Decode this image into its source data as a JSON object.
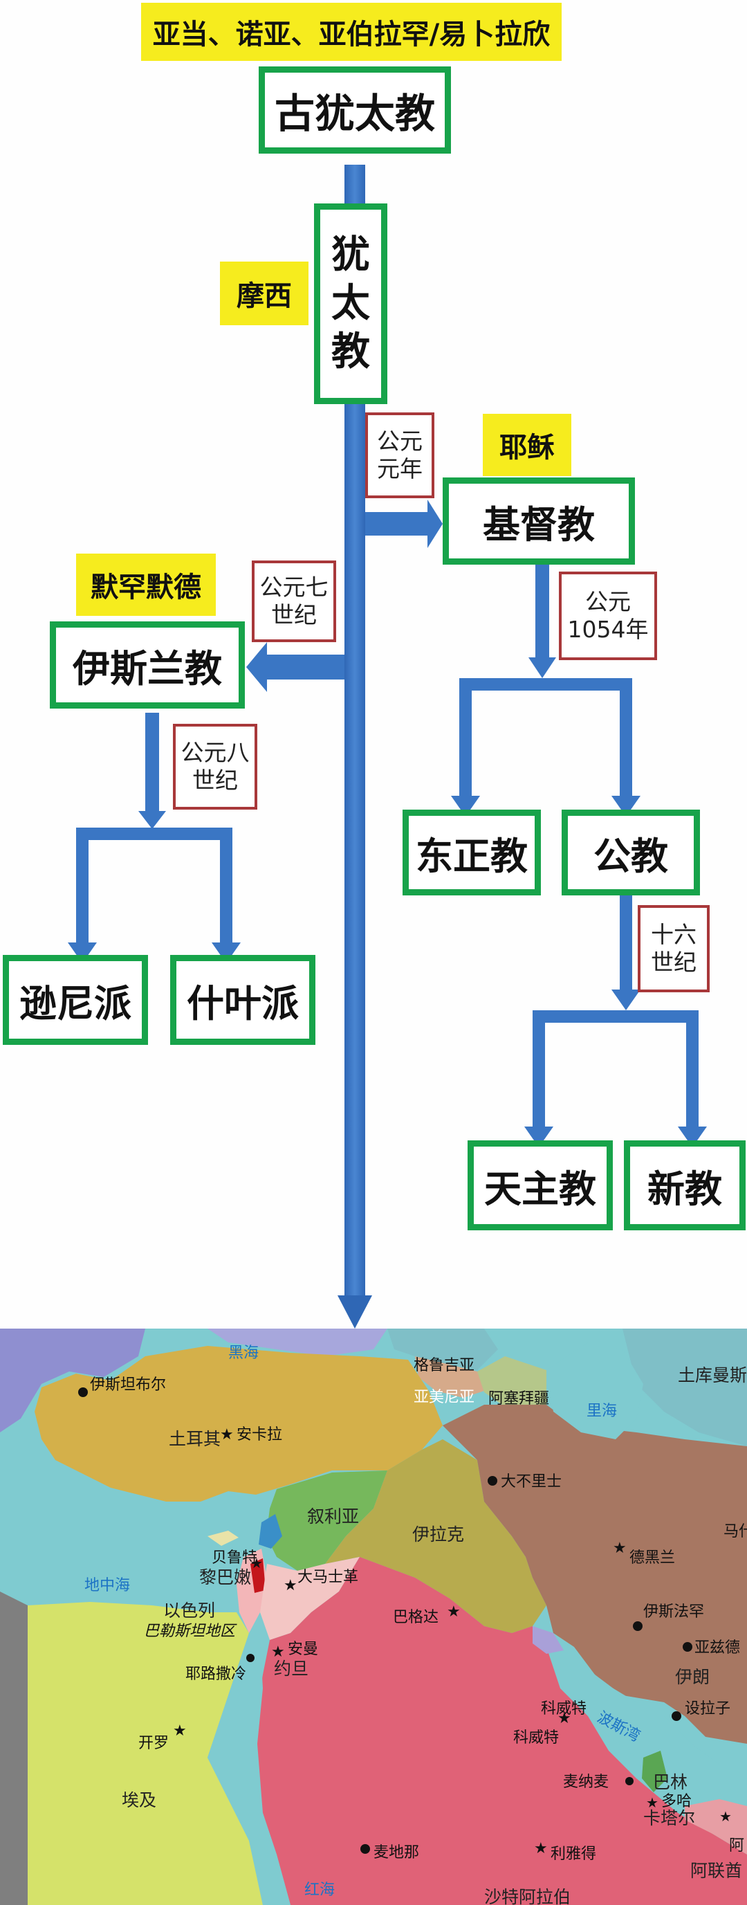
{
  "diagram": {
    "title": "亚当、诺亚、亚伯拉罕/易卜拉欣",
    "nodes": {
      "ancient_judaism": "古犹太教",
      "judaism": [
        "犹",
        "太",
        "教"
      ],
      "christianity": "基督教",
      "islam": "伊斯兰教",
      "orthodox": "东正教",
      "catholic_church": "公教",
      "sunni": "逊尼派",
      "shia": "什叶派",
      "catholicism": "天主教",
      "protestantism": "新教"
    },
    "founders": {
      "moses": "摩西",
      "jesus": "耶稣",
      "muhammad": "默罕默德"
    },
    "dates": {
      "ad_1": "公元\n元年",
      "c7": "公元七\n世纪",
      "c8": "公元八\n世纪",
      "y1054": "公元\n1054年",
      "c16": "十六\n世纪"
    },
    "colors": {
      "trunk": "#3a76c4",
      "node_border": "#17a34a",
      "founder_bg": "#f6ec1e",
      "date_border": "#a8383a"
    }
  },
  "map": {
    "seas": {
      "black_sea": "黑海",
      "caspian": "里海",
      "mediterranean": "地中海",
      "red_sea": "红海",
      "persian_gulf": "波斯湾"
    },
    "countries": {
      "turkey": "土耳其",
      "georgia": "格鲁吉亚",
      "armenia": "亚美尼亚",
      "azerbaijan": "阿塞拜疆",
      "turkmenistan": "土库曼斯",
      "syria": "叙利亚",
      "iraq": "伊拉克",
      "iran": "伊朗",
      "lebanon": "黎巴嫩",
      "israel": "以色列",
      "palestine": "巴勒斯坦地区",
      "jordan": "约旦",
      "egypt": "埃及",
      "saudi": "沙特阿拉伯",
      "kuwait": "科威特",
      "bahrain": "巴林",
      "qatar": "卡塔尔",
      "uae": "阿联酋",
      "oman": "阿"
    },
    "cities": {
      "istanbul": "伊斯坦布尔",
      "ankara": "安卡拉",
      "tabriz": "大不里士",
      "tehran": "德黑兰",
      "isfahan": "伊斯法罕",
      "yazd": "亚兹德",
      "shiraz": "设拉子",
      "mashhad": "马什",
      "beirut": "贝鲁特",
      "damascus": "大马士革",
      "baghdad": "巴格达",
      "amman": "安曼",
      "jerusalem": "耶路撒冷",
      "cairo": "开罗",
      "kuwait_city": "科威特",
      "manama": "麦纳麦",
      "doha": "多哈",
      "riyadh": "利雅得",
      "medina": "麦地那"
    }
  }
}
